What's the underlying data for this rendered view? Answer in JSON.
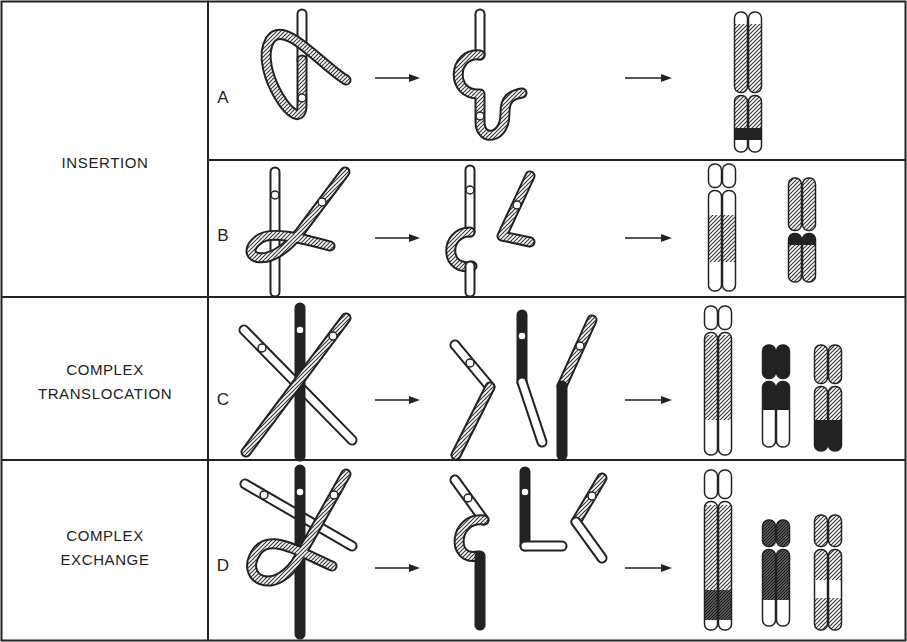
{
  "diagram": {
    "labels": [
      "INSERTION",
      "A",
      "B",
      "COMPLEX TRANSLOCATION",
      "C",
      "COMPLEX EXCHANGE",
      "D"
    ]
  }
}
